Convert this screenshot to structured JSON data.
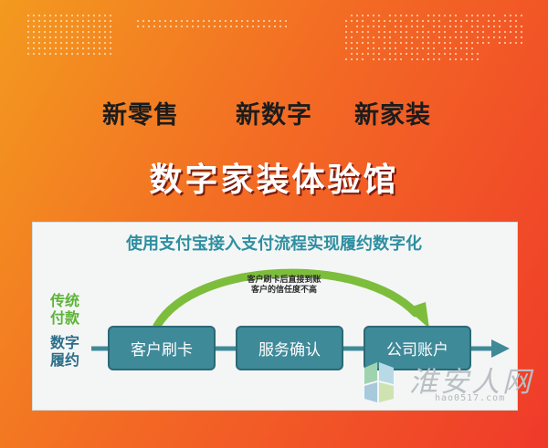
{
  "taglines": [
    "新零售",
    "新数字",
    "新家装"
  ],
  "headline": "数字家装体验馆",
  "panel": {
    "title": "使用支付宝接入支付流程实现履约数字化",
    "traditional_label": "传统付款",
    "digital_label": "数字履约",
    "steps": [
      "客户刷卡",
      "服务确认",
      "公司账户"
    ],
    "arc_note_line1": "客户刷卡后直接到账",
    "arc_note_line2": "客户的信任度不高"
  },
  "watermark": {
    "text": "淮安人网",
    "url": "hao0517.com"
  },
  "colors": {
    "background_start": "#f39a1f",
    "background_end": "#ef3a2a",
    "step_box": "#3f8a99",
    "arc_arrow": "#7dbd3c",
    "flow_arrow": "#3f8a99",
    "title_teal": "#2e8fa1",
    "label_green": "#5cb338",
    "label_blue": "#2b6e8a"
  }
}
